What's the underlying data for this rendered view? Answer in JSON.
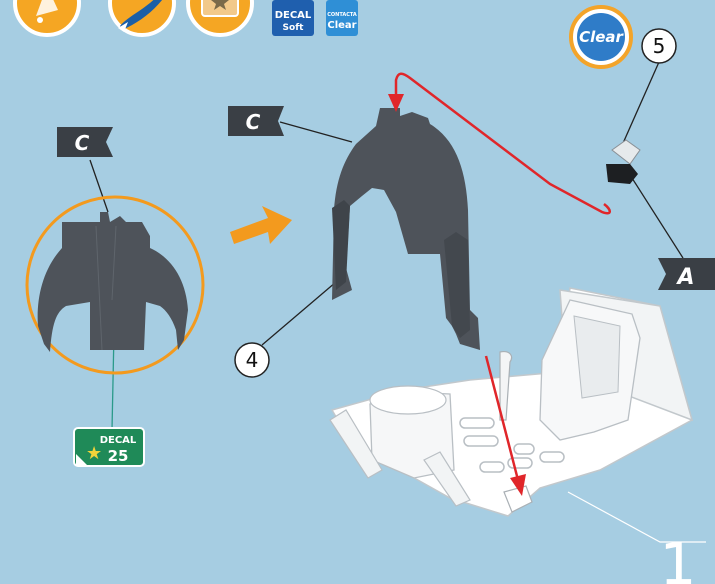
{
  "step": {
    "number": "1"
  },
  "toolbar": {
    "icons": [
      "paint-drop-icon",
      "brush-icon",
      "decal-sheet-icon"
    ],
    "decal_soft_bottle": {
      "line1": "DECAL",
      "line2": "Soft"
    },
    "clear_bottle": {
      "line1": "CONTACTA",
      "line2": "Clear"
    }
  },
  "callouts": {
    "part_4": "4",
    "part_5": "5"
  },
  "flags": {
    "c_detail": "C",
    "c_main": "C",
    "a_part": "A"
  },
  "clear_badge": "Clear",
  "decal_badge": {
    "label": "DECAL",
    "number": "25"
  },
  "colors": {
    "background": "#a6cde2",
    "part_dark": "#4e535a",
    "orange": "#f39a1e",
    "red_arrow": "#e0262a",
    "decal_green": "#1f8a58",
    "flag": "#3a3f45"
  }
}
